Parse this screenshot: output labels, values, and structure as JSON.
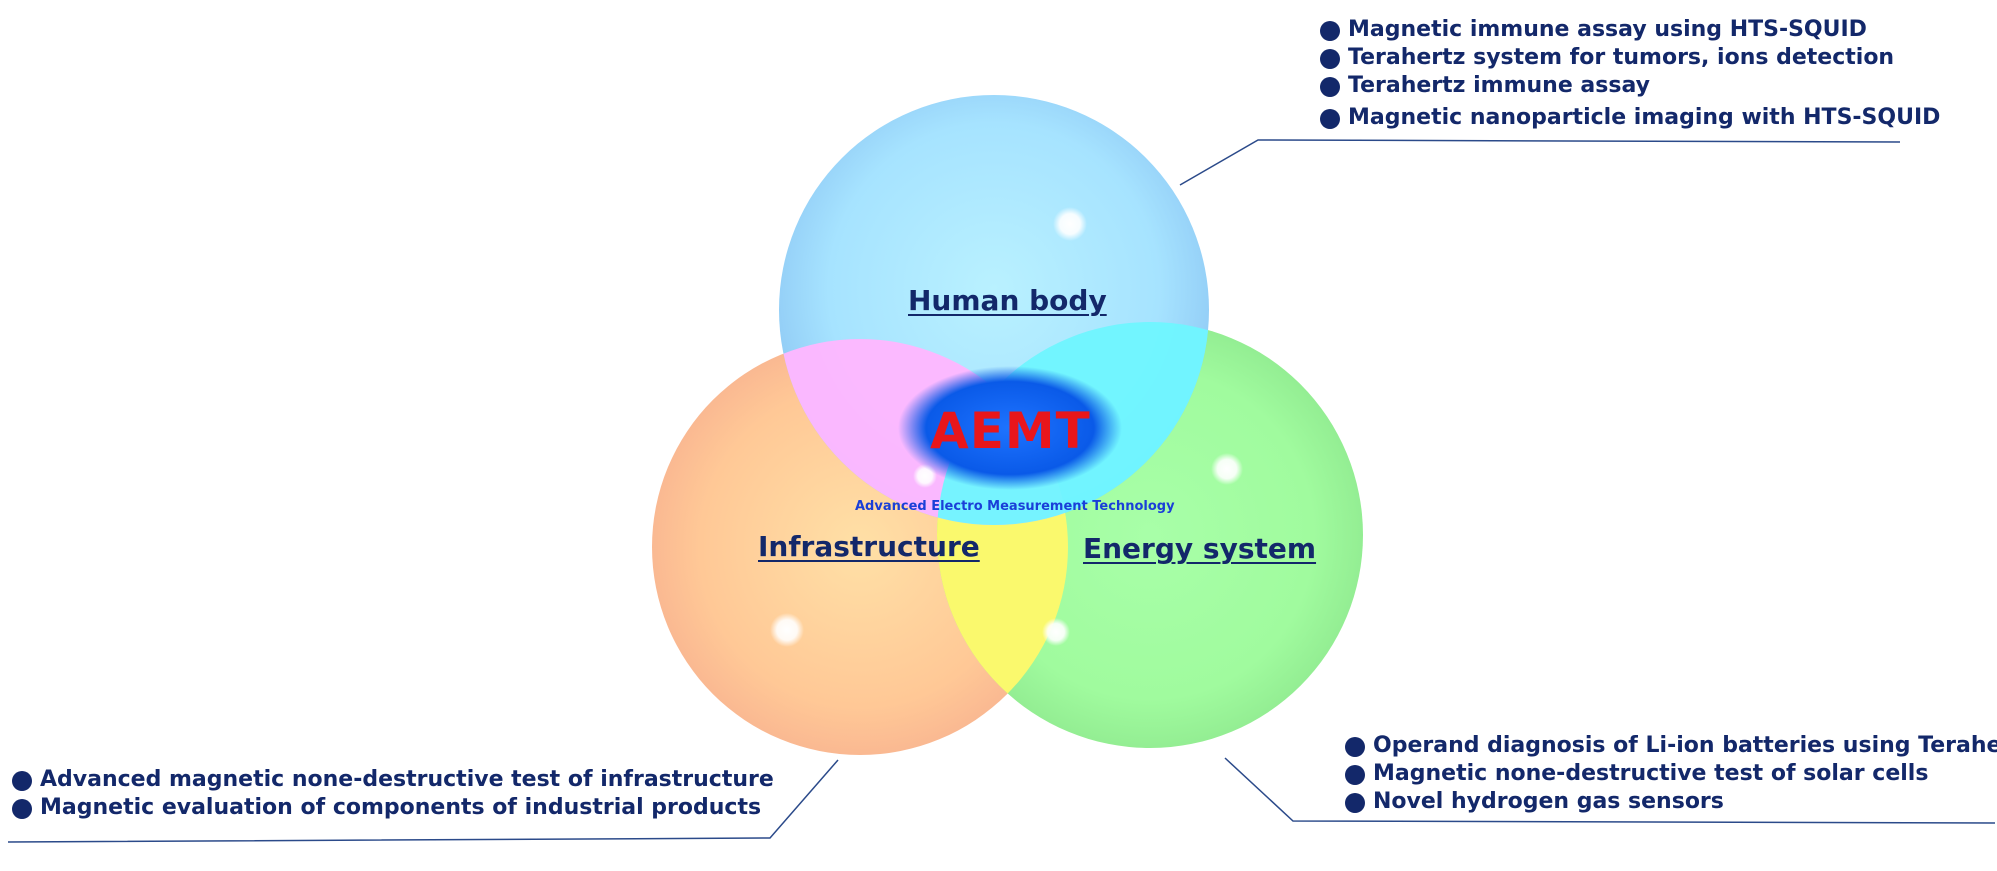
{
  "center": {
    "acronym": "AEMT",
    "subtitle": "Advanced Electro Measurement Technology"
  },
  "circles": {
    "human_body": {
      "label": "Human body",
      "color": "#9fd8ff"
    },
    "infrastructure": {
      "label": "Infrastructure",
      "color": "#ffc89a"
    },
    "energy_system": {
      "label": "Energy system",
      "color": "#9ef79e"
    }
  },
  "lists": {
    "human_body": [
      "Magnetic immune assay using HTS-SQUID",
      "Terahertz system for tumors, ions detection",
      "Terahertz immune assay",
      "Magnetic nanoparticle imaging with HTS-SQUID"
    ],
    "infrastructure": [
      "Advanced magnetic none-destructive test of infrastructure",
      "Magnetic evaluation of components of industrial products"
    ],
    "energy_system": [
      "Operand diagnosis of Li-ion batteries using Terahertz",
      "Magnetic none-destructive test of solar cells",
      "Novel hydrogen gas sensors"
    ]
  },
  "colors": {
    "text": "#13286a",
    "acronym": "#e8161b",
    "subtitle": "#1a3fd8",
    "center_ellipse": "#0a5ae8",
    "line": "#2b4a8a"
  }
}
